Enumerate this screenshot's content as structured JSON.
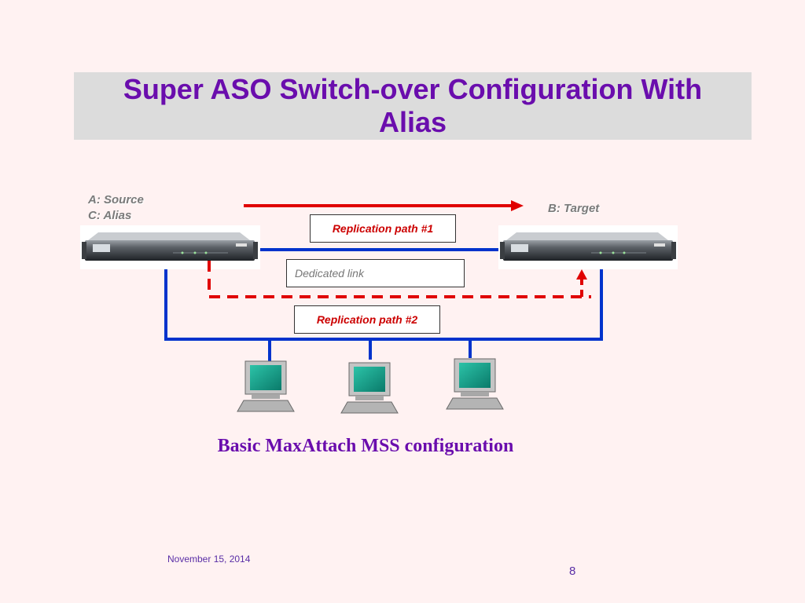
{
  "title": "Super ASO Switch-over Configuration With Alias",
  "labels": {
    "source": "A: Source",
    "alias": "C: Alias",
    "target": "B: Target"
  },
  "paths": {
    "replication_1": "Replication path #1",
    "dedicated_link": "Dedicated link",
    "replication_2": "Replication path #2"
  },
  "caption": "Basic MaxAttach MSS configuration",
  "footer": {
    "date": "November 15, 2014",
    "page_number": "8"
  },
  "colors": {
    "title": "#6a0dad",
    "replication": "#e00000",
    "network": "#0033cc",
    "background": "#fff2f2"
  }
}
